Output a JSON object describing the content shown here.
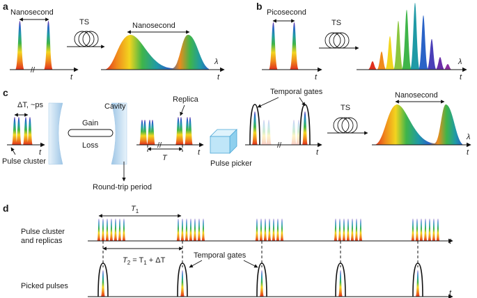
{
  "panels": {
    "a": "a",
    "b": "b",
    "c": "c",
    "d": "d"
  },
  "labels": {
    "nanosecond": "Nanosecond",
    "picosecond": "Picosecond",
    "ts": "TS",
    "delta_t": "ΔT, ~ps",
    "cavity": "Cavity",
    "gain": "Gain",
    "loss": "Loss",
    "replica": "Replica",
    "period_t": "T",
    "pulse_cluster": "Pulse cluster",
    "round_trip": "Round-trip period",
    "pulse_picker": "Pulse picker",
    "temporal_gates": "Temporal gates",
    "t1": "T",
    "t1_sub": "1",
    "t2_pre": "T",
    "t2_sub": "2",
    "t2_mid": " = T",
    "t2_sub2": "1",
    "t2_post": " + ΔT",
    "row1_line1": "Pulse cluster",
    "row1_line2": "and replicas",
    "row2": "Picked pulses"
  },
  "axes": {
    "t": "t",
    "lambda": "λ"
  },
  "colors": {
    "spectrum": [
      "#e0301e",
      "#f08a1c",
      "#f2d51f",
      "#3fb54a",
      "#1f9aa6",
      "#2a63c7",
      "#6a2ea8"
    ],
    "cavity_mirror": "#bcd8ef",
    "pulse_picker": "#bfe6f8"
  },
  "icons": [
    "fiber-coil-icon",
    "cavity-mirror-icon",
    "pulse-picker-box-icon",
    "arrow-icon"
  ]
}
